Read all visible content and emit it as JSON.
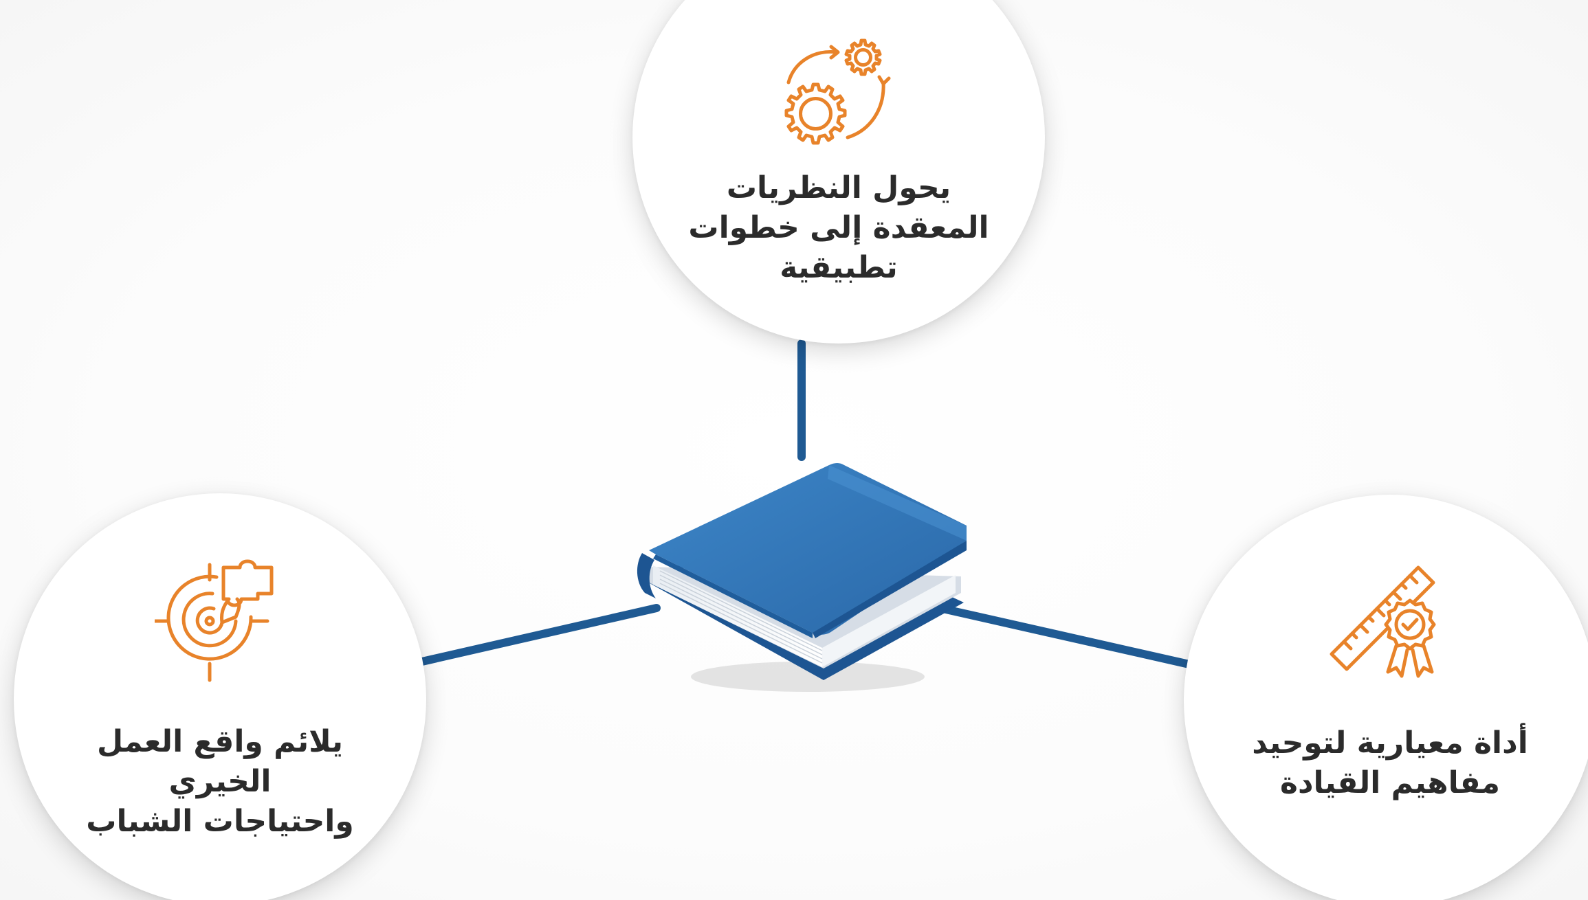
{
  "colors": {
    "accent_orange": "#e8832a",
    "connector_blue": "#1f5a93",
    "book_blue": "#2f72b4",
    "text_dark": "#2b2b2b"
  },
  "center": {
    "icon": "book-icon"
  },
  "nodes": [
    {
      "id": "top",
      "icon": "gears-cycle-icon",
      "label": "يحول النظريات\nالمعقدة إلى خطوات\nتطبيقية"
    },
    {
      "id": "left",
      "icon": "target-puzzle-icon",
      "label": "يلائم واقع العمل الخيري\nواحتياجات الشباب"
    },
    {
      "id": "right",
      "icon": "ruler-badge-icon",
      "label": "أداة معيارية لتوحيد\nمفاهيم القيادة"
    }
  ]
}
